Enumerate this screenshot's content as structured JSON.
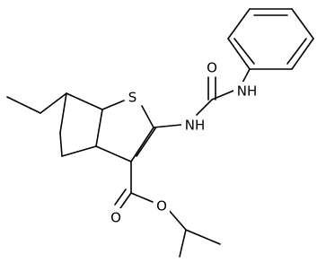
{
  "diagram_type": "skeletal structural formula",
  "atoms": {
    "sulfur": "S",
    "amide_nitrogen": "NH",
    "aniline_nitrogen": "NH",
    "urea_oxygen": "O",
    "ester_carbonyl_oxygen": "O",
    "ester_ether_oxygen": "O"
  },
  "colors": {
    "bond": "#000000",
    "background": "#ffffff",
    "text": "#000000"
  }
}
